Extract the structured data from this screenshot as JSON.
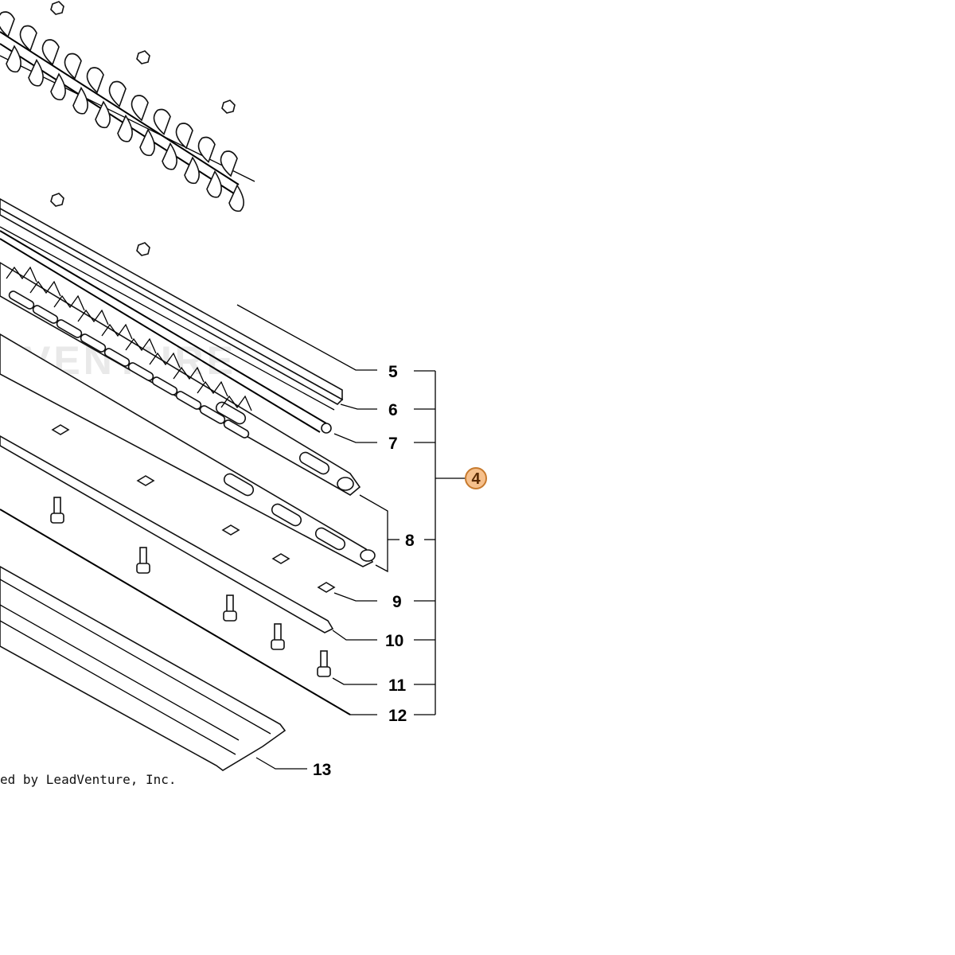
{
  "diagram": {
    "watermark_text": "VENTURE",
    "copyright_text": "ed by LeadVenture, Inc.",
    "assembly_callout": {
      "number": "4",
      "fill": "#f6c08c",
      "stroke": "#c77a2e"
    },
    "callouts": [
      {
        "id": "5",
        "label": "5"
      },
      {
        "id": "6",
        "label": "6"
      },
      {
        "id": "7",
        "label": "7"
      },
      {
        "id": "8",
        "label": "8"
      },
      {
        "id": "9",
        "label": "9"
      },
      {
        "id": "10",
        "label": "10"
      },
      {
        "id": "11",
        "label": "11"
      },
      {
        "id": "12",
        "label": "12"
      },
      {
        "id": "13",
        "label": "13"
      }
    ]
  }
}
